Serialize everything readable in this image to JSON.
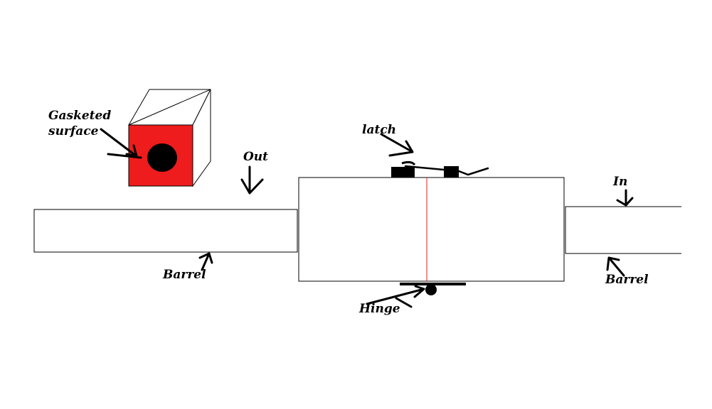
{
  "labels": {
    "gasketed_line1": "Gasketed",
    "gasketed_line2": "surface",
    "out": "Out",
    "latch": "latch",
    "in": "In",
    "barrel_left": "Barrel",
    "barrel_right": "Barrel",
    "hinge": "Hinge"
  },
  "colors": {
    "gasket": "#ee1c1c",
    "seam": "#ee1c1c",
    "ink": "#000000"
  }
}
